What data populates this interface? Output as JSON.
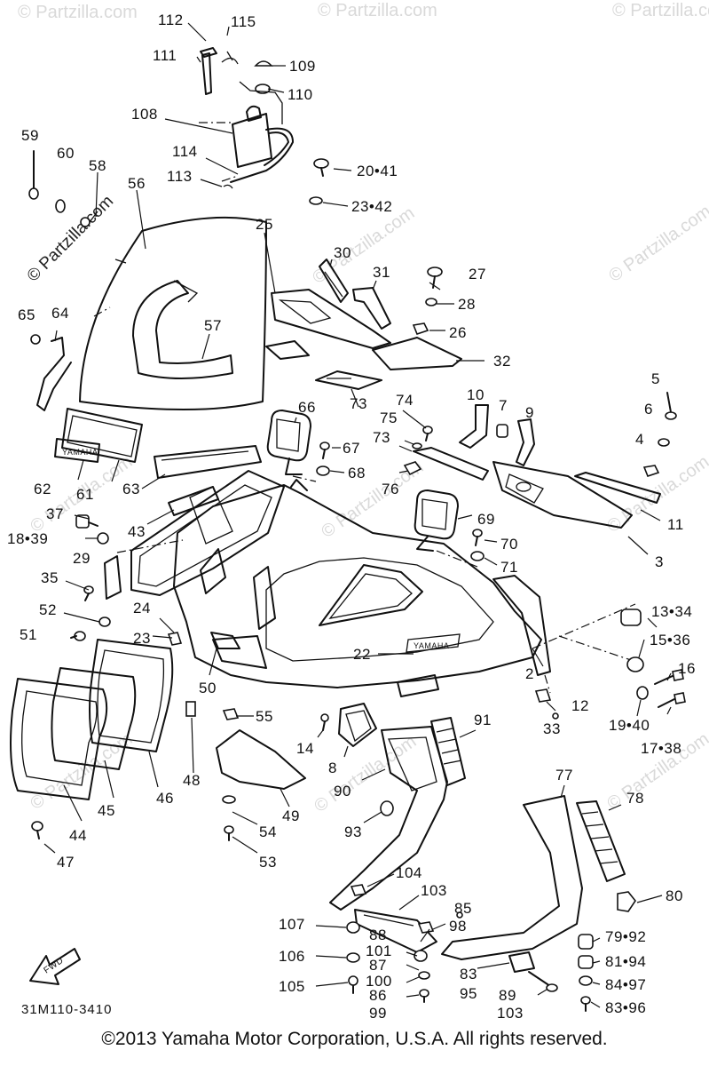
{
  "watermark": "© Partzilla.com",
  "drawing_code": "31M110-3410",
  "front_arrow": "FWD",
  "brand_emblem": "YAMAHA",
  "copyright": "©2013 Yamaha Motor Corporation, U.S.A. All rights reserved.",
  "callouts": {
    "c112": "112",
    "c115": "115",
    "c109": "109",
    "c111": "111",
    "c110": "110",
    "c108": "108",
    "c59": "59",
    "c60": "60",
    "c58": "58",
    "c114": "114",
    "c113": "113",
    "c20_41": "20•41",
    "c56": "56",
    "c23_42": "23•42",
    "c25": "25",
    "c30": "30",
    "c31": "31",
    "c27": "27",
    "c28": "28",
    "c26": "26",
    "c32": "32",
    "c65": "65",
    "c64": "64",
    "c57": "57",
    "c73a": "73",
    "c74": "74",
    "c10": "10",
    "c7": "7",
    "c9": "9",
    "c5": "5",
    "c6": "6",
    "c75": "75",
    "c66": "66",
    "c73b": "73",
    "c4": "4",
    "c67": "67",
    "c68": "68",
    "c76": "76",
    "c62": "62",
    "c61": "61",
    "c63": "63",
    "c69": "69",
    "c11": "11",
    "c37": "37",
    "c43": "43",
    "c18_39": "18•39",
    "c70": "70",
    "c3": "3",
    "c29": "29",
    "c71": "71",
    "c35": "35",
    "c24": "24",
    "c13_34": "13•34",
    "c52": "52",
    "c15_36": "15•36",
    "c51": "51",
    "c23": "23",
    "c22": "22",
    "c16": "16",
    "c2": "2",
    "c50": "50",
    "c12": "12",
    "c19_40": "19•40",
    "c33": "33",
    "c55": "55",
    "c91": "91",
    "c14": "14",
    "c17_38": "17•38",
    "c8": "8",
    "c48": "48",
    "c46": "46",
    "c90": "90",
    "c77": "77",
    "c49": "49",
    "c78": "78",
    "c45": "45",
    "c93": "93",
    "c44": "44",
    "c54": "54",
    "c47": "47",
    "c53": "53",
    "c104": "104",
    "c80": "80",
    "c103a": "103",
    "c85": "85",
    "c107": "107",
    "c88": "88",
    "c98": "98",
    "c79_92": "79•92",
    "c101": "101",
    "c106": "106",
    "c87": "87",
    "c81_94": "81•94",
    "c83": "83",
    "c100": "100",
    "c95": "95",
    "c84_97": "84•97",
    "c105": "105",
    "c86": "86",
    "c89": "89",
    "c99": "99",
    "c103b": "103",
    "c83_96": "83•96"
  }
}
